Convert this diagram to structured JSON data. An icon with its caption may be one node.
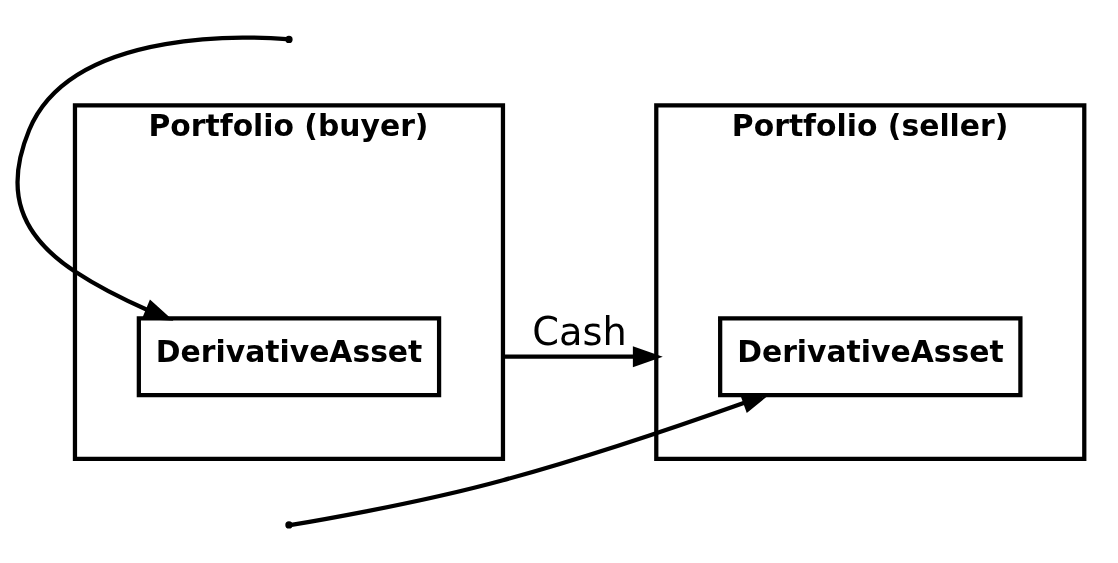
{
  "diagram": {
    "nodes": [
      {
        "text": [
          "Portfolio (buyer)"
        ]
      },
      {
        "text": [
          "Portfolio (seller)"
        ]
      },
      {
        "text": [
          "DerivativeAsset"
        ],
        "in": 0
      },
      {
        "text": [
          "DerivativeAsset"
        ],
        "in": 1
      }
    ],
    "edges": [
      {
        "from": 0,
        "to": 1,
        "arrow": "to",
        "label": "Cash"
      },
      {
        "from": null,
        "to": 2,
        "arrow": "to"
      },
      {
        "from": null,
        "to": 3,
        "arrow": "to"
      }
    ]
  }
}
